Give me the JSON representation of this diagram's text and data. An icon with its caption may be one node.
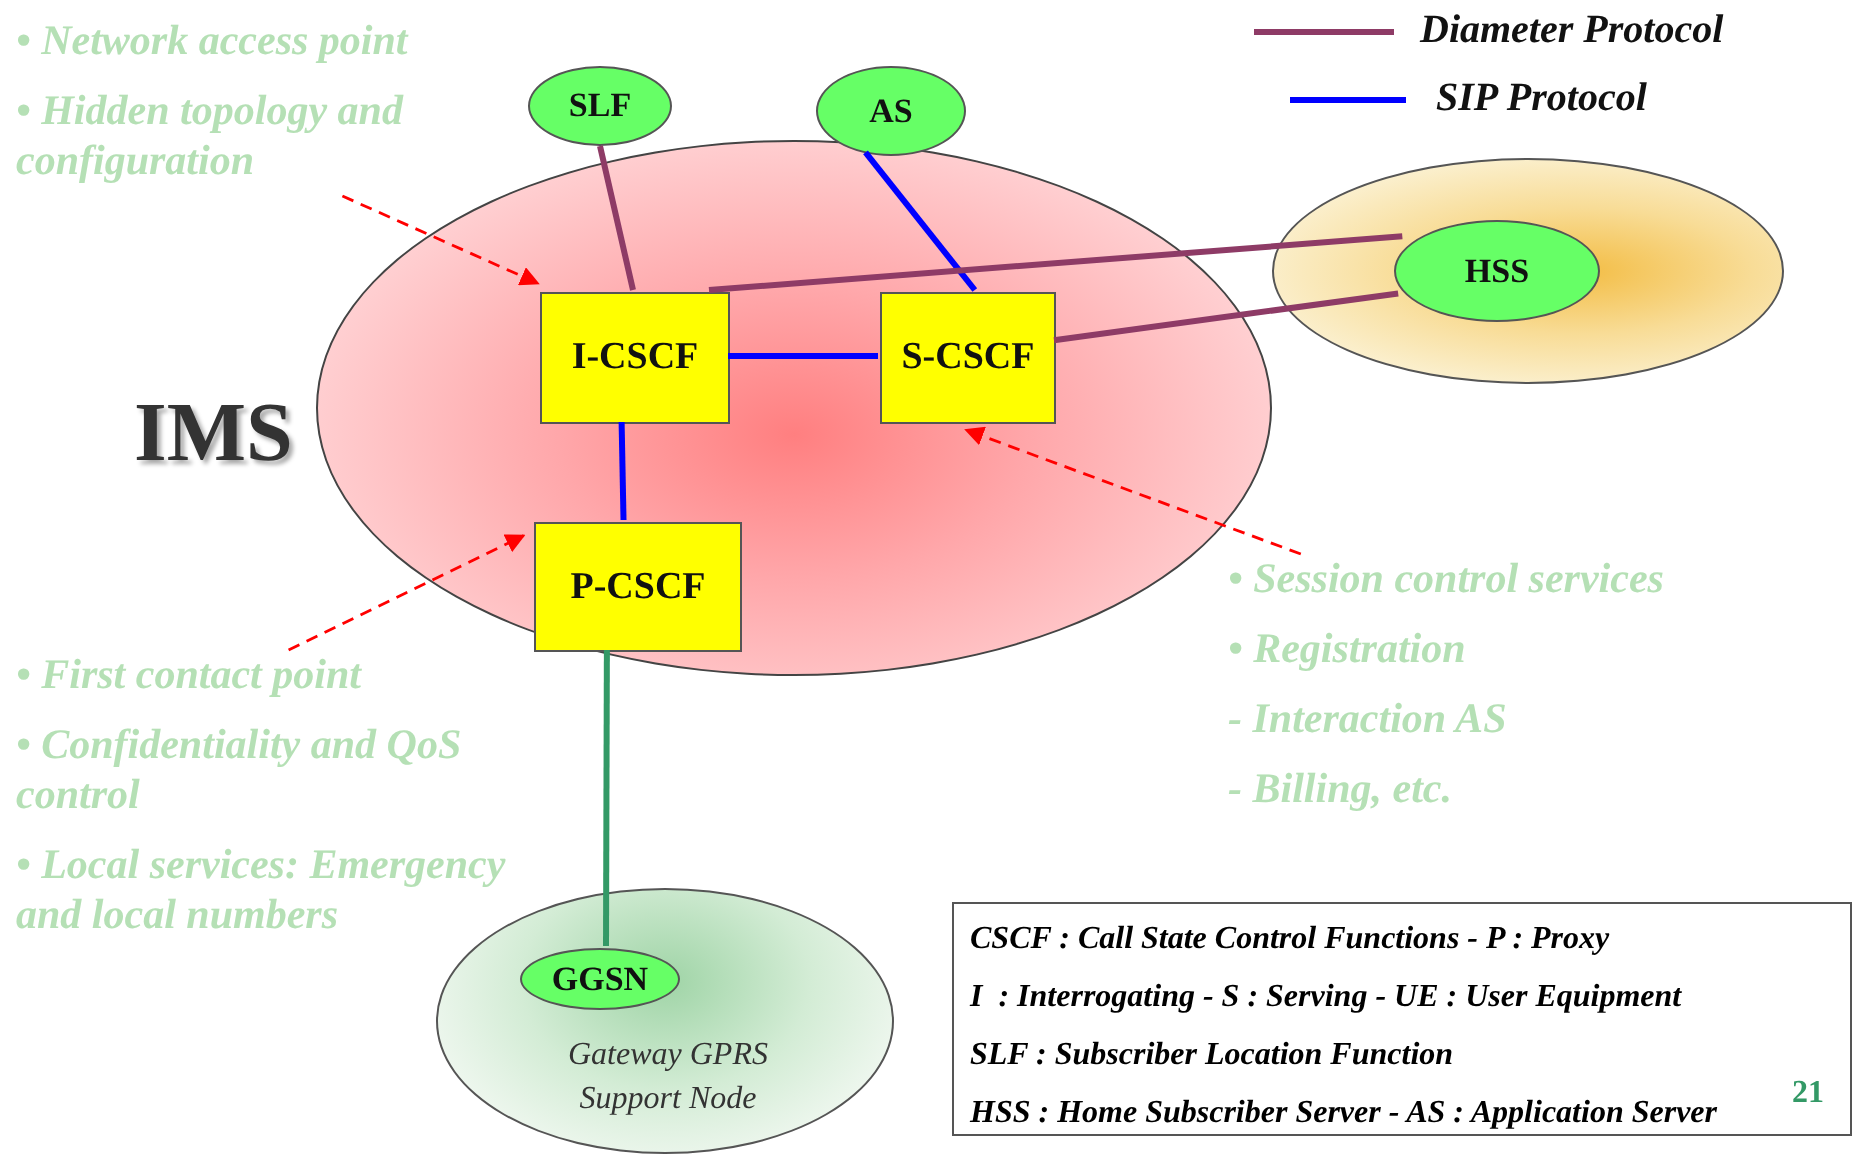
{
  "diagram": {
    "nodes": [
      {
        "text": [
          "IMS"
        ]
      },
      {
        "text": [
          "SLF"
        ]
      },
      {
        "text": [
          "AS"
        ]
      },
      {
        "text": [
          "I-CSCF"
        ],
        "in": 0
      },
      {
        "text": [
          "S-CSCF"
        ],
        "in": 0
      },
      {
        "text": [
          "P-CSCF"
        ],
        "in": 0
      },
      {
        "text": [],
        "shape": "circle"
      },
      {
        "text": [
          "HSS"
        ],
        "in": 6
      },
      {
        "text": [
          "Gateway GPRS Support Node"
        ]
      },
      {
        "text": [
          "GGSN"
        ],
        "in": 8
      },
      {
        "text": [
          "• Network access point",
          "• Hidden topology and configuration"
        ]
      },
      {
        "text": [
          "• First contact point",
          "• Confidentiality and QoS control",
          "• Local services: Emergency and local numbers"
        ]
      },
      {
        "text": [
          "• Session control services",
          "• Registration",
          "- Interaction AS",
          "- Billing, etc."
        ]
      },
      {
        "text": [
          "CSCF : Call State Control Functions - P : Proxy",
          "I  : Interrogating - S : Serving - UE : User Equipment",
          "SLF : Subscriber Location Function",
          "HSS : Home Subscriber Server - AS : Application Server"
        ]
      }
    ],
    "edges": [
      {
        "from": 1,
        "to": 3,
        "arrow": "none"
      },
      {
        "from": 2,
        "to": 4,
        "arrow": "none",
        "color": "#0000ff"
      },
      {
        "from": 3,
        "to": 4,
        "arrow": "none",
        "color": "#0000ff"
      },
      {
        "from": 3,
        "to": 5,
        "arrow": "none",
        "color": "#0000ff"
      },
      {
        "from": 3,
        "to": 7,
        "arrow": "none"
      },
      {
        "from": 4,
        "to": 7,
        "arrow": "none"
      },
      {
        "from": 5,
        "to": 9,
        "arrow": "none",
        "color": "#339966"
      },
      {
        "from": 10,
        "to": 3,
        "arrow": "to",
        "style": "dashed",
        "color": "#ff0000"
      },
      {
        "from": 11,
        "to": 5,
        "arrow": "to",
        "style": "dashed",
        "color": "#ff0000"
      },
      {
        "from": 12,
        "to": 4,
        "arrow": "to",
        "style": "dashed",
        "color": "#ff0000"
      }
    ],
    "labels": [
      "21"
    ],
    "legend": [
      {
        "text": "Diameter Protocol"
      },
      {
        "text": "SIP Protocol"
      }
    ]
  }
}
